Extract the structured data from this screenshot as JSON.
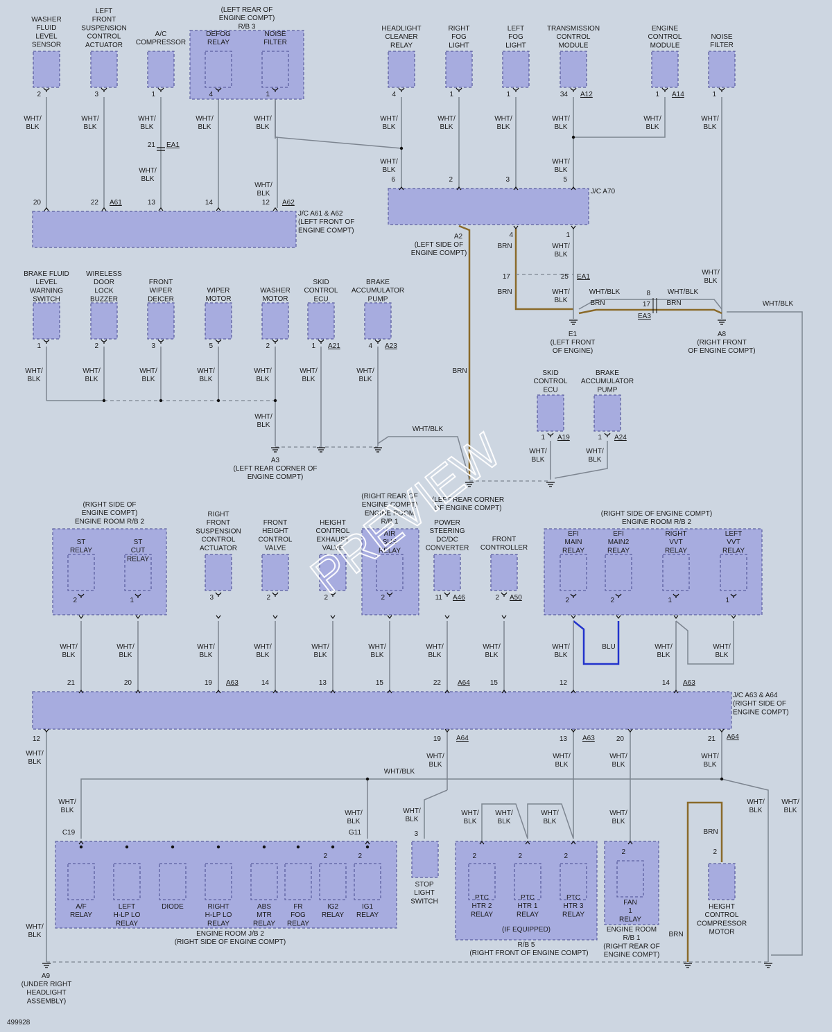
{
  "diagram_id": "499928",
  "watermark": "PREVIEW",
  "wire_labels": {
    "wht_blk": [
      "WHT/",
      "BLK"
    ],
    "wht_blk_inline": "WHT/BLK",
    "brn": "BRN",
    "blu": "BLU"
  },
  "top_components": [
    {
      "key": "washer",
      "label": [
        "WASHER",
        "FLUID",
        "LEVEL",
        "SENSOR"
      ],
      "pin": "2"
    },
    {
      "key": "lfsusp",
      "label": [
        "LEFT",
        "FRONT",
        "SUSPENSION",
        "CONTROL",
        "ACTUATOR"
      ],
      "pin": "3"
    },
    {
      "key": "ac",
      "label": [
        "A/C",
        "COMPRESSOR"
      ],
      "pin": "1"
    },
    {
      "key": "defog",
      "label": [
        "DEFOG",
        "RELAY"
      ],
      "pin": "4"
    },
    {
      "key": "noise1",
      "label": [
        "NOISE",
        "FILTER"
      ],
      "pin": "1"
    },
    {
      "key": "headlight",
      "label": [
        "HEADLIGHT",
        "CLEANER",
        "RELAY"
      ],
      "pin": "4"
    },
    {
      "key": "rfog",
      "label": [
        "RIGHT",
        "FOG",
        "LIGHT"
      ],
      "pin": "1"
    },
    {
      "key": "lfog",
      "label": [
        "LEFT",
        "FOG",
        "LIGHT"
      ],
      "pin": "1"
    },
    {
      "key": "tcm",
      "label": [
        "TRANSMISSION",
        "CONTROL",
        "MODULE"
      ],
      "pin": "34",
      "conn": "A12"
    },
    {
      "key": "ecm",
      "label": [
        "ENGINE",
        "CONTROL",
        "MODULE"
      ],
      "pin": "1",
      "conn": "A14"
    },
    {
      "key": "noise2",
      "label": [
        "NOISE",
        "FILTER"
      ],
      "pin": "1"
    }
  ],
  "rb3": {
    "label": [
      "(LEFT REAR OF",
      "ENGINE COMPT)",
      "R/B 3"
    ]
  },
  "ea1_splice": {
    "pin": "21",
    "name": "EA1"
  },
  "jc_a61": {
    "label": [
      "J/C A61 & A62",
      "(LEFT FRONT OF",
      "ENGINE COMPT)"
    ],
    "pins": [
      "20",
      "22",
      "13",
      "14",
      "12"
    ],
    "conns": [
      "A61",
      "A62"
    ]
  },
  "jc_a70": {
    "label": "J/C A70",
    "pins_top": [
      "6",
      "2",
      "3",
      "5"
    ],
    "pins_bottom": [
      "4",
      "1"
    ],
    "a2": "A2",
    "a2_loc": [
      "(LEFT SIDE OF",
      "ENGINE COMPT)"
    ]
  },
  "ea1_lower": {
    "pins": [
      "17",
      "25"
    ],
    "name": "EA1"
  },
  "ea3": {
    "pins": [
      "8",
      "17"
    ],
    "name": "EA3"
  },
  "ground_e1": {
    "name": "E1",
    "loc": [
      "(LEFT FRONT",
      "OF ENGINE)"
    ]
  },
  "ground_a8": {
    "name": "A8",
    "loc": [
      "(RIGHT FRONT",
      "OF ENGINE COMPT)"
    ]
  },
  "mid_components": [
    {
      "key": "brakefluid",
      "label": [
        "BRAKE FLUID",
        "LEVEL",
        "WARNING",
        "SWITCH"
      ],
      "pin": "1"
    },
    {
      "key": "wireless",
      "label": [
        "WIRELESS",
        "DOOR",
        "LOCK",
        "BUZZER"
      ],
      "pin": "2"
    },
    {
      "key": "deicer",
      "label": [
        "FRONT",
        "WIPER",
        "DEICER"
      ],
      "pin": "3"
    },
    {
      "key": "wiper",
      "label": [
        "WIPER",
        "MOTOR"
      ],
      "pin": "5"
    },
    {
      "key": "washermotor",
      "label": [
        "WASHER",
        "MOTOR"
      ],
      "pin": "2"
    },
    {
      "key": "skid1",
      "label": [
        "SKID",
        "CONTROL",
        "ECU"
      ],
      "pin": "1",
      "conn": "A21"
    },
    {
      "key": "brakeacc1",
      "label": [
        "BRAKE",
        "ACCUMULATOR",
        "PUMP"
      ],
      "pin": "4",
      "conn": "A23"
    },
    {
      "key": "skid2",
      "label": [
        "SKID",
        "CONTROL",
        "ECU"
      ],
      "pin": "1",
      "conn": "A19"
    },
    {
      "key": "brakeacc2",
      "label": [
        "BRAKE",
        "ACCUMULATOR",
        "PUMP"
      ],
      "pin": "1",
      "conn": "A24"
    }
  ],
  "ground_a3": {
    "name": "A3",
    "loc": [
      "(LEFT REAR CORNER OF",
      "ENGINE COMPT)"
    ]
  },
  "ground_a4_loc": [
    "(LEFT REAR CORNER",
    "OF ENGINE COMPT)"
  ],
  "rb2_left": {
    "label": [
      "(RIGHT SIDE OF",
      "ENGINE COMPT)",
      "ENGINE ROOM R/B 2"
    ],
    "items": [
      {
        "label": [
          "ST",
          "RELAY"
        ],
        "pin": "2"
      },
      {
        "label": [
          "ST",
          "CUT",
          "RELAY"
        ],
        "pin": "1"
      }
    ]
  },
  "rb1_top": {
    "label": [
      "(RIGHT REAR OF",
      "ENGINE COMPT)",
      "ENGINE ROOM",
      "R/B 1"
    ],
    "item": {
      "label": [
        "AIR",
        "SUS",
        "RELAY"
      ],
      "pin": "2"
    }
  },
  "row3_components": [
    {
      "key": "rfsusp",
      "label": [
        "RIGHT",
        "FRONT",
        "SUSPENSION",
        "CONTROL",
        "ACTUATOR"
      ],
      "pin": "3"
    },
    {
      "key": "fhcv",
      "label": [
        "FRONT",
        "HEIGHT",
        "CONTROL",
        "VALVE"
      ],
      "pin": "2"
    },
    {
      "key": "hcv",
      "label": [
        "HEIGHT",
        "CONTROL",
        "EXHAUST",
        "VALVE"
      ],
      "pin": "2"
    },
    {
      "key": "psconv",
      "label": [
        "POWER",
        "STEERING",
        "DC/DC",
        "CONVERTER"
      ],
      "pin": "11",
      "conn": "A46"
    },
    {
      "key": "fctrl",
      "label": [
        "FRONT",
        "CONTROLLER"
      ],
      "pin": "2",
      "conn": "A50"
    }
  ],
  "rb2_right": {
    "label": [
      "(RIGHT SIDE OF ENGINE COMPT)",
      "ENGINE ROOM R/B 2"
    ],
    "items": [
      {
        "label": [
          "EFI",
          "MAIN",
          "RELAY"
        ],
        "pin": "2"
      },
      {
        "label": [
          "EFI",
          "MAIN2",
          "RELAY"
        ],
        "pin": "2"
      },
      {
        "label": [
          "RIGHT",
          "VVT",
          "RELAY"
        ],
        "pin": "1"
      },
      {
        "label": [
          "LEFT",
          "VVT",
          "RELAY"
        ],
        "pin": "1"
      }
    ]
  },
  "jc_a63": {
    "label": [
      "J/C A63 & A64",
      "(RIGHT SIDE OF",
      "ENGINE COMPT)"
    ],
    "pins_top": [
      "21",
      "20",
      "19",
      "14",
      "13",
      "15",
      "22",
      "15",
      "12",
      "14"
    ],
    "pins_bottom": [
      "12",
      "19",
      "13",
      "20",
      "21"
    ],
    "conns": [
      "A63",
      "A64",
      "A64",
      "A63",
      "A63",
      "A64"
    ]
  },
  "jb2": {
    "label": [
      "ENGINE ROOM J/B 2",
      "(RIGHT SIDE OF ENGINE COMPT)"
    ],
    "conns": [
      "C19",
      "G11"
    ],
    "items": [
      {
        "label": [
          "A/F",
          "RELAY"
        ]
      },
      {
        "label": [
          "LEFT",
          "H-LP LO",
          "RELAY"
        ]
      },
      {
        "label": [
          "DIODE"
        ]
      },
      {
        "label": [
          "RIGHT",
          "H-LP LO",
          "RELAY"
        ]
      },
      {
        "label": [
          "ABS",
          "MTR",
          "RELAY"
        ]
      },
      {
        "label": [
          "FR",
          "FOG",
          "RELAY"
        ]
      },
      {
        "label": [
          "IG2",
          "RELAY"
        ],
        "pin": "2"
      },
      {
        "label": [
          "IG1",
          "RELAY"
        ],
        "pin": "2"
      }
    ]
  },
  "stop_switch": {
    "label": [
      "STOP",
      "LIGHT",
      "SWITCH"
    ],
    "pin": "3"
  },
  "rb5": {
    "label": [
      "(IF EQUIPPED)",
      "R/B 5",
      "(RIGHT FRONT OF ENGINE COMPT)"
    ],
    "items": [
      {
        "label": [
          "PTC",
          "HTR 2",
          "RELAY"
        ],
        "pin": "2"
      },
      {
        "label": [
          "PTC",
          "HTR 1",
          "RELAY"
        ],
        "pin": "2"
      },
      {
        "label": [
          "PTC",
          "HTR 3",
          "RELAY"
        ],
        "pin": "2"
      }
    ]
  },
  "rb1_bottom": {
    "label": [
      "ENGINE ROOM",
      "R/B 1",
      "(RIGHT REAR OF",
      "ENGINE COMPT)"
    ],
    "item": {
      "label": [
        "FAN",
        "1",
        "RELAY"
      ],
      "pin": "2"
    }
  },
  "height_motor": {
    "label": [
      "HEIGHT",
      "CONTROL",
      "COMPRESSOR",
      "MOTOR"
    ],
    "pin": "2"
  },
  "ground_a9": {
    "name": "A9",
    "loc": [
      "(UNDER RIGHT",
      "HEADLIGHT",
      "ASSEMBLY)"
    ]
  }
}
